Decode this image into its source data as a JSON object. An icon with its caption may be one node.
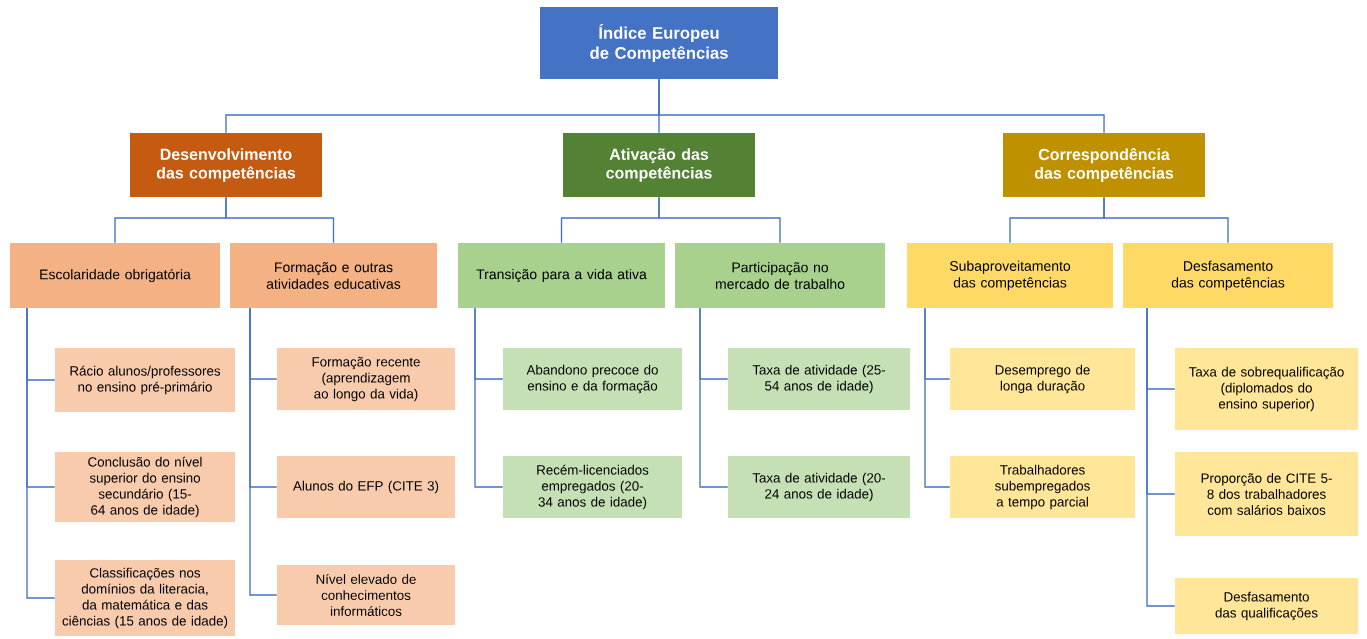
{
  "diagram": {
    "nodes": [
      {
        "text": [
          "Índice Europeu de Competências"
        ]
      },
      {
        "text": [
          "Desenvolvimento das competências"
        ]
      },
      {
        "text": [
          "Ativação das competências"
        ]
      },
      {
        "text": [
          "Correspondência das competências"
        ]
      },
      {
        "text": [
          "Escolaridade obrigatória"
        ]
      },
      {
        "text": [
          "Formação e outras atividades educativas"
        ]
      },
      {
        "text": [
          "Transição para a vida ativa"
        ]
      },
      {
        "text": [
          "Participação no mercado de trabalho"
        ]
      },
      {
        "text": [
          "Subaproveitamento das competências"
        ]
      },
      {
        "text": [
          "Desfasamento das competências"
        ]
      },
      {
        "text": [
          "Rácio alunos/professores no ensino pré-primário"
        ]
      },
      {
        "text": [
          "Conclusão do nível superior do ensino secundário (15-64 anos de idade)"
        ]
      },
      {
        "text": [
          "Classificações nos domínios da literacia, da matemática e das ciências (15 anos de idade)"
        ]
      },
      {
        "text": [
          "Formação recente (aprendizagem ao longo da vida)"
        ]
      },
      {
        "text": [
          "Alunos do EFP (CITE 3)"
        ]
      },
      {
        "text": [
          "Nível elevado de conhecimentos informáticos"
        ]
      },
      {
        "text": [
          "Abandono precoce do ensino e da formação"
        ]
      },
      {
        "text": [
          "Recém-licenciados empregados (20-34 anos de idade)"
        ]
      },
      {
        "text": [
          "Taxa de atividade (25-54 anos de idade)"
        ]
      },
      {
        "text": [
          "Taxa de atividade (20-24 anos de idade)"
        ]
      },
      {
        "text": [
          "Desemprego de longa duração"
        ]
      },
      {
        "text": [
          "Trabalhadores subempregados a tempo parcial"
        ]
      },
      {
        "text": [
          "Taxa de sobrequalificação (diplomados do ensino superior)"
        ]
      },
      {
        "text": [
          "Proporção de CITE 5-8 dos trabalhadores com salários baixos"
        ]
      },
      {
        "text": [
          "Desfasamento das qualificações"
        ]
      }
    ],
    "edges": [
      {
        "from": 0,
        "to": 1,
        "arrow": "none"
      },
      {
        "from": 0,
        "to": 2,
        "arrow": "none"
      },
      {
        "from": 0,
        "to": 3,
        "arrow": "none"
      },
      {
        "from": 1,
        "to": 4,
        "arrow": "none"
      },
      {
        "from": 1,
        "to": 5,
        "arrow": "none"
      },
      {
        "from": 2,
        "to": 6,
        "arrow": "none"
      },
      {
        "from": 2,
        "to": 7,
        "arrow": "none"
      },
      {
        "from": 3,
        "to": 8,
        "arrow": "none"
      },
      {
        "from": 3,
        "to": 9,
        "arrow": "none"
      },
      {
        "from": 4,
        "to": 10,
        "arrow": "none"
      },
      {
        "from": 4,
        "to": 11,
        "arrow": "none"
      },
      {
        "from": 4,
        "to": 12,
        "arrow": "none"
      },
      {
        "from": 5,
        "to": 13,
        "arrow": "none"
      },
      {
        "from": 5,
        "to": 14,
        "arrow": "none"
      },
      {
        "from": 5,
        "to": 15,
        "arrow": "none"
      },
      {
        "from": 6,
        "to": 16,
        "arrow": "none"
      },
      {
        "from": 6,
        "to": 17,
        "arrow": "none"
      },
      {
        "from": 7,
        "to": 18,
        "arrow": "none"
      },
      {
        "from": 7,
        "to": 19,
        "arrow": "none"
      },
      {
        "from": 8,
        "to": 20,
        "arrow": "none"
      },
      {
        "from": 8,
        "to": 21,
        "arrow": "none"
      },
      {
        "from": 9,
        "to": 22,
        "arrow": "none"
      },
      {
        "from": 9,
        "to": 23,
        "arrow": "none"
      },
      {
        "from": 9,
        "to": 24,
        "arrow": "none"
      }
    ]
  }
}
